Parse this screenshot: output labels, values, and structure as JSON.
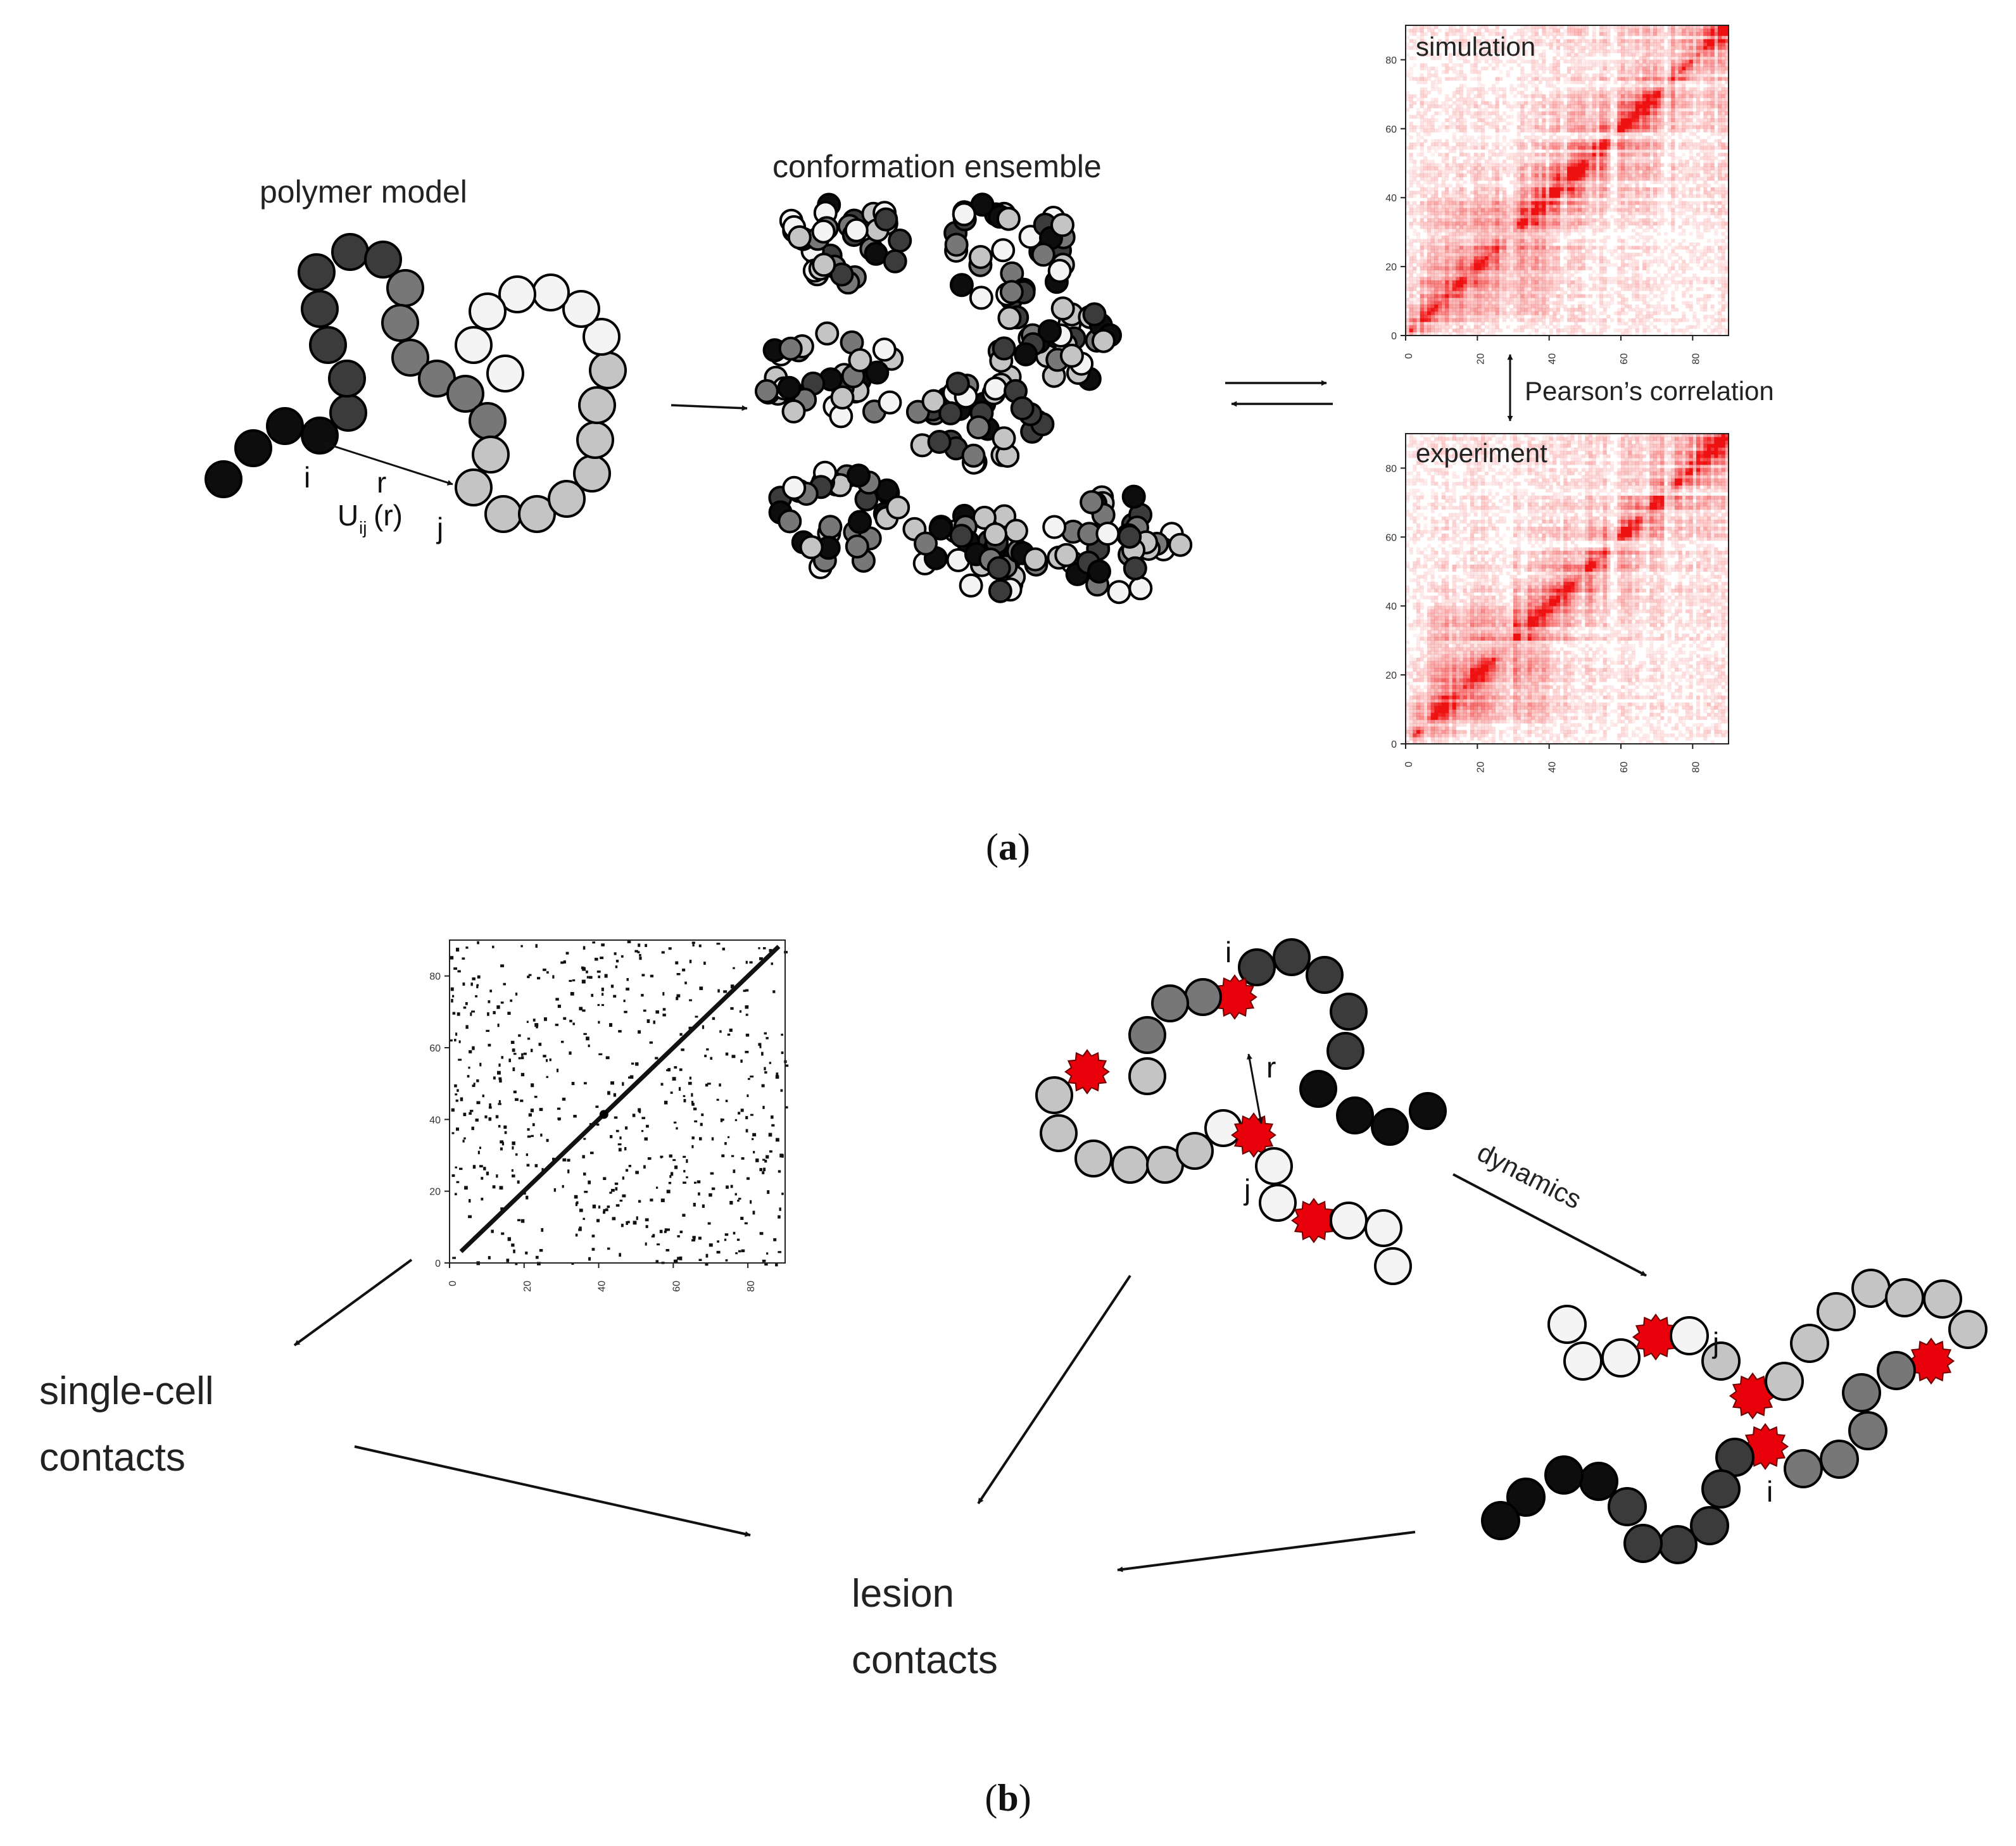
{
  "panel_a": {
    "polymer_model_label": "polymer model",
    "ensemble_label": "conformation ensemble",
    "var_i": "i",
    "var_j": "j",
    "var_r": "r",
    "potential_U": "U",
    "potential_sub": "ij",
    "potential_arg": "(r)",
    "simulation_label": "simulation",
    "experiment_label": "experiment",
    "pearson_label": "Pearson’s correlation",
    "y_ticks": [
      "0",
      "20",
      "40",
      "60",
      "80"
    ],
    "x_ticks": [
      "0",
      "20",
      "40",
      "60",
      "80"
    ],
    "caption_open": "(",
    "caption_letter": "a",
    "caption_close": ")"
  },
  "panel_b": {
    "single_cell_line1": "single-cell",
    "single_cell_line2": "contacts",
    "lesion_line1": "lesion",
    "lesion_line2": "contacts",
    "dynamics_label": "dynamics",
    "var_i": "i",
    "var_j": "j",
    "var_r": "r",
    "y_ticks": [
      "0",
      "20",
      "40",
      "60",
      "80"
    ],
    "x_ticks": [
      "0",
      "20",
      "40",
      "60",
      "80"
    ],
    "caption_open": "(",
    "caption_letter": "b",
    "caption_close": ")"
  },
  "colors": {
    "heatmap_red": "#ee1111",
    "lesion_red": "#e8000b",
    "bead_black": "#0d0d0d",
    "bead_dark": "#3b3b3b",
    "bead_mid": "#777777",
    "bead_light": "#c4c4c4",
    "bead_white": "#f4f4f4"
  }
}
